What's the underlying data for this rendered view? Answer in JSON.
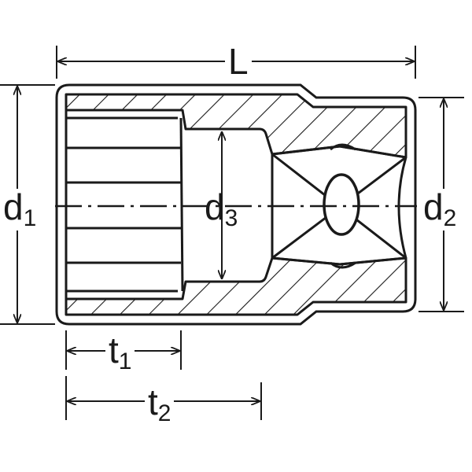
{
  "diagram": {
    "colors": {
      "ink": "#1a1a1a",
      "background": "#ffffff"
    },
    "labels": {
      "L": {
        "symbol": "L",
        "subscript": ""
      },
      "d1": {
        "symbol": "d",
        "subscript": "1"
      },
      "d2": {
        "symbol": "d",
        "subscript": "2"
      },
      "d3": {
        "symbol": "d",
        "subscript": "3"
      },
      "t1": {
        "symbol": "t",
        "subscript": "1"
      },
      "t2": {
        "symbol": "t",
        "subscript": "2"
      }
    }
  }
}
